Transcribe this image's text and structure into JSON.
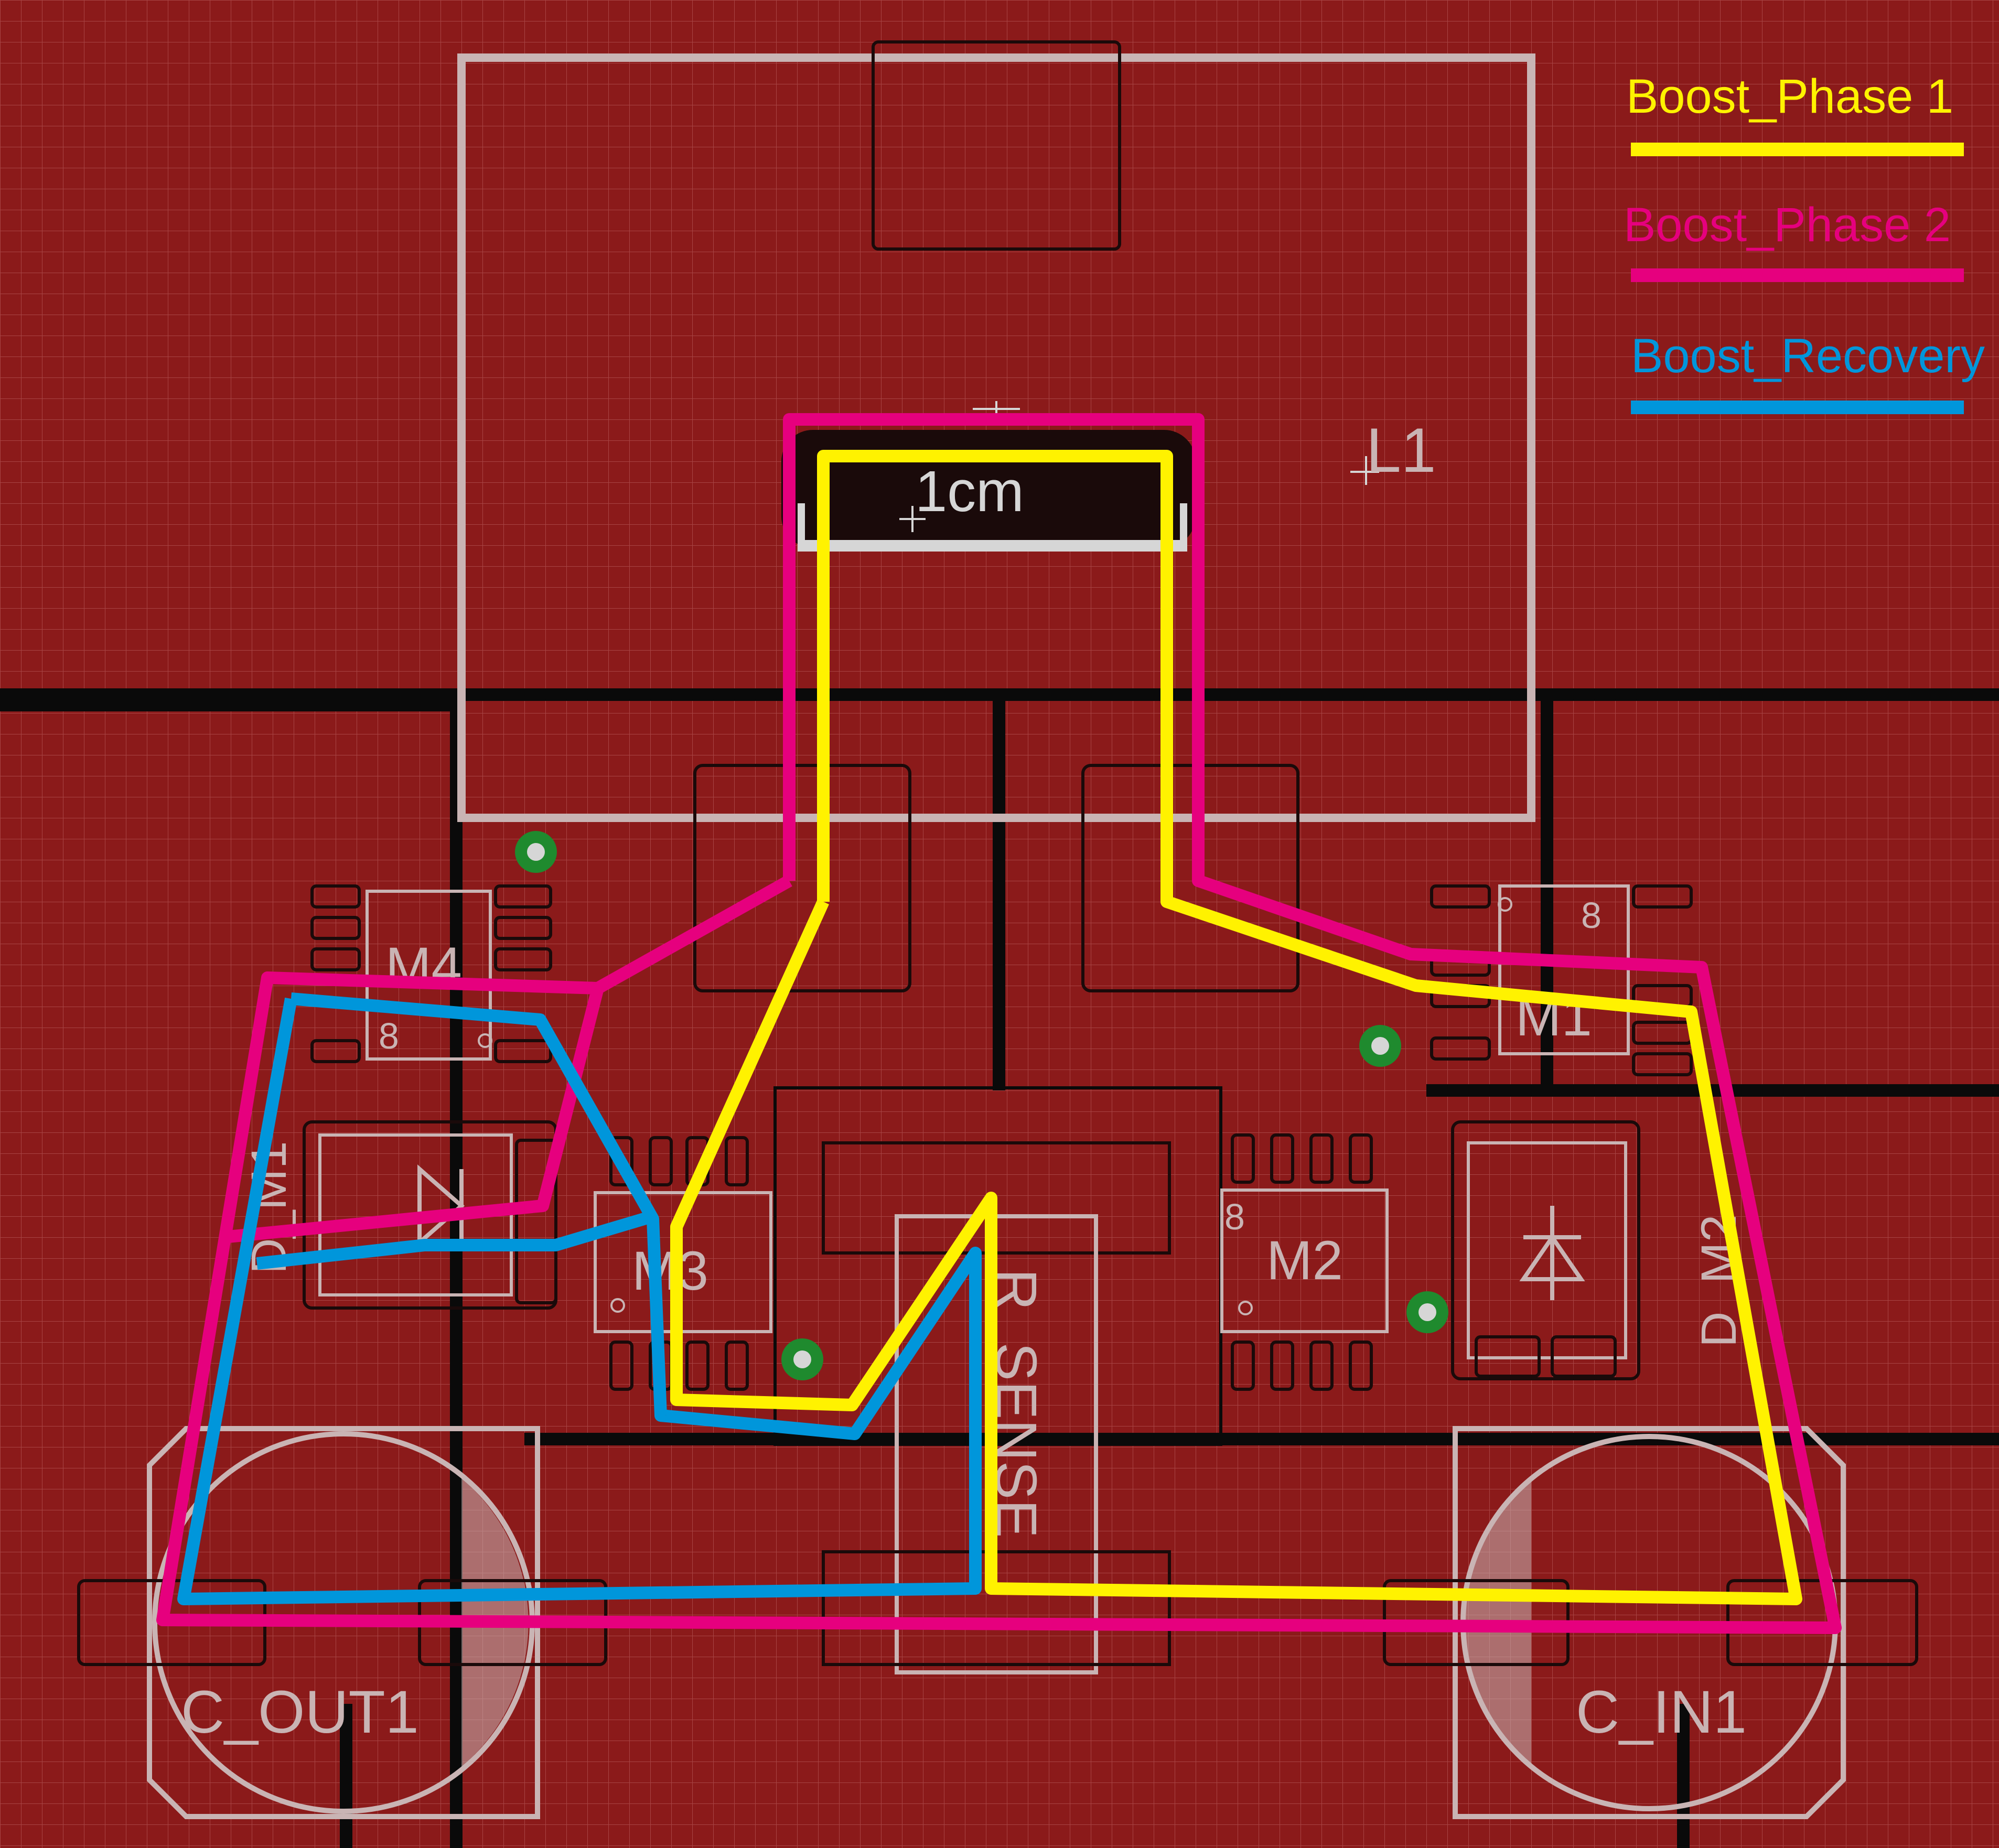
{
  "colors": {
    "board": "#8b1a1a",
    "grid": "#a84444",
    "copper_gap": "#0a0a0a",
    "silkscreen": "#c9b4b4",
    "outline_dark": "#1a0a0a",
    "via_ring": "#1f8a2e",
    "via_hole": "#d6d6d6",
    "phase1": "#fff200",
    "phase2": "#e6007e",
    "recovery": "#0096db"
  },
  "legend": {
    "phase1_label": "Boost_Phase 1",
    "phase2_label": "Boost_Phase 2",
    "recovery_label": "Boost_Recovery"
  },
  "labels": {
    "scale": "1cm",
    "inductor": "L1",
    "mosfet_m1": "M1",
    "mosfet_m2": "M2",
    "mosfet_m3": "M3",
    "mosfet_m4": "M4",
    "diode_m1": "D_M1",
    "diode_m2": "D_M2",
    "pin8_m1": "8",
    "pin8_m2": "8",
    "pin8_m4": "8",
    "cap_out": "C_OUT1",
    "cap_in": "C_IN1",
    "shunt": "R_SENSE"
  },
  "icons": {
    "diode": "diode-symbol-icon",
    "via": "via-icon",
    "origin": "crosshair-icon"
  }
}
